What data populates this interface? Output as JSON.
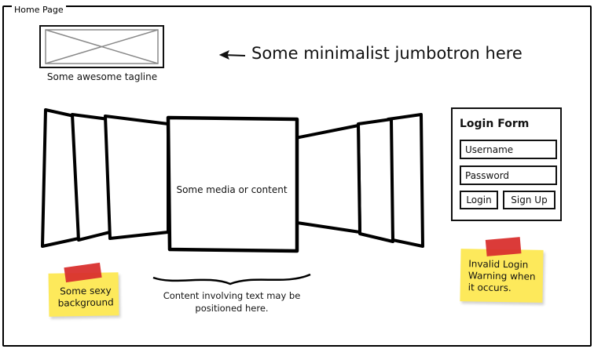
{
  "frame": {
    "title": "Home Page"
  },
  "header": {
    "logo_placeholder": "image-placeholder-icon",
    "tagline": "Some awesome tagline",
    "jumbotron": "Some minimalist jumbotron here"
  },
  "carousel": {
    "center_text": "Some media or content"
  },
  "content_note": {
    "line1": "Content involving text may be",
    "line2": "positioned here."
  },
  "login": {
    "title": "Login Form",
    "username_placeholder": "Username",
    "password_placeholder": "Password",
    "login_label": "Login",
    "signup_label": "Sign Up"
  },
  "notes": {
    "background": {
      "line1": "Some sexy",
      "line2": "background"
    },
    "warning": {
      "line1": "Invalid Login",
      "line2": "Warning when",
      "line3": "it occurs."
    }
  },
  "colors": {
    "sticky": "#fde95b",
    "tape": "#d9302e",
    "ink": "#111111"
  }
}
